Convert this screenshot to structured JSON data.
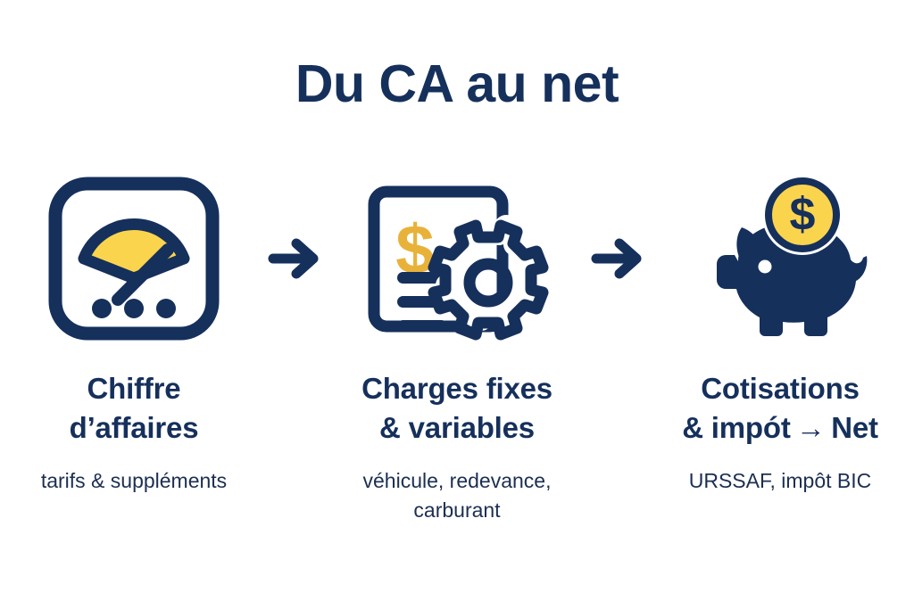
{
  "title": "Du CA au net",
  "colors": {
    "navy": "#16305c",
    "yellow": "#fbd44e",
    "gold": "#e8b23a",
    "background": "#ffffff"
  },
  "steps": [
    {
      "id": "revenue",
      "icon": "taximeter-gauge-icon",
      "heading": "Chiffre\nd’affaires",
      "caption": "tarifs & suppléments"
    },
    {
      "id": "charges",
      "icon": "invoice-gear-icon",
      "heading": "Charges fixes\n& variables",
      "caption": "véhicule, redevance,\ncarburant"
    },
    {
      "id": "net",
      "icon": "piggy-bank-coin-icon",
      "heading": "Cotisations\n& impót → Net",
      "caption": "URSSAF, impôt BIC"
    }
  ],
  "connectors": [
    {
      "id": "arrow-1",
      "icon": "arrow-right-icon"
    },
    {
      "id": "arrow-2",
      "icon": "arrow-right-icon"
    }
  ]
}
